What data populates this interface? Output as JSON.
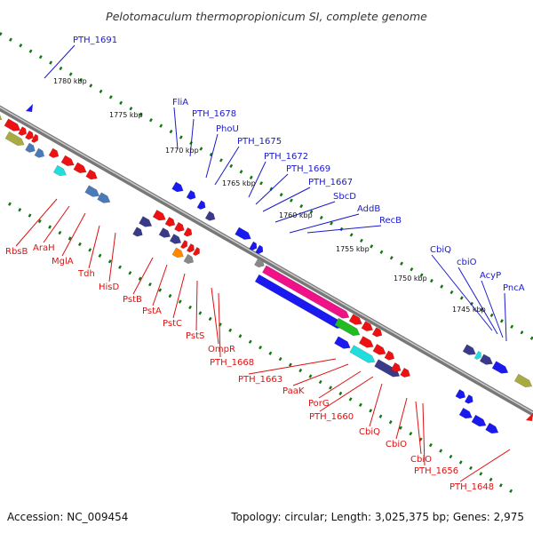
{
  "title": "Pelotomaculum thermopropionicum SI, complete genome",
  "footer": {
    "accession": "Accession: NC_009454",
    "topology": "Topology: circular; Length: 3,025,375 bp; Genes: 2,975"
  },
  "scale_ticks": [
    "1780 kbp",
    "1775 kbp",
    "1770 kbp",
    "1765 kbp",
    "1760 kbp",
    "1755 kbp",
    "1750 kbp",
    "1745 kbp"
  ],
  "labels_top": [
    "PTH_1691",
    "FliA",
    "PTH_1678",
    "PhoU",
    "PTH_1675",
    "PTH_1672",
    "PTH_1669",
    "PTH_1667",
    "SbcD",
    "AddB",
    "RecB",
    "CbiQ",
    "cbiO",
    "AcyP",
    "PncA"
  ],
  "labels_bottom": [
    "RbsB",
    "AraH",
    "MglA",
    "Tdh",
    "HisD",
    "PstB",
    "PstA",
    "PstC",
    "PstS",
    "OmpR",
    "PTH_1668",
    "PTH_1663",
    "PaaK",
    "PorG",
    "PTH_1660",
    "CbiQ",
    "CbiO",
    "CbiO",
    "PTH_1656",
    "PTH_1648"
  ],
  "colors": {
    "blue_label": "#1a1acc",
    "red_label": "#dd1111",
    "backbone": "#888888",
    "tick": "#117711",
    "red_gene": "#ee1111",
    "blue_gene": "#1a1af0",
    "navy_gene": "#3a3a8a",
    "cyan_gene": "#22dddd",
    "green_gene": "#22bb22",
    "pink_gene": "#ee1188",
    "olive_gene": "#aaaa44",
    "steel_gene": "#4a7ab8",
    "orange_gene": "#ff8800",
    "grey_gene": "#888888"
  }
}
